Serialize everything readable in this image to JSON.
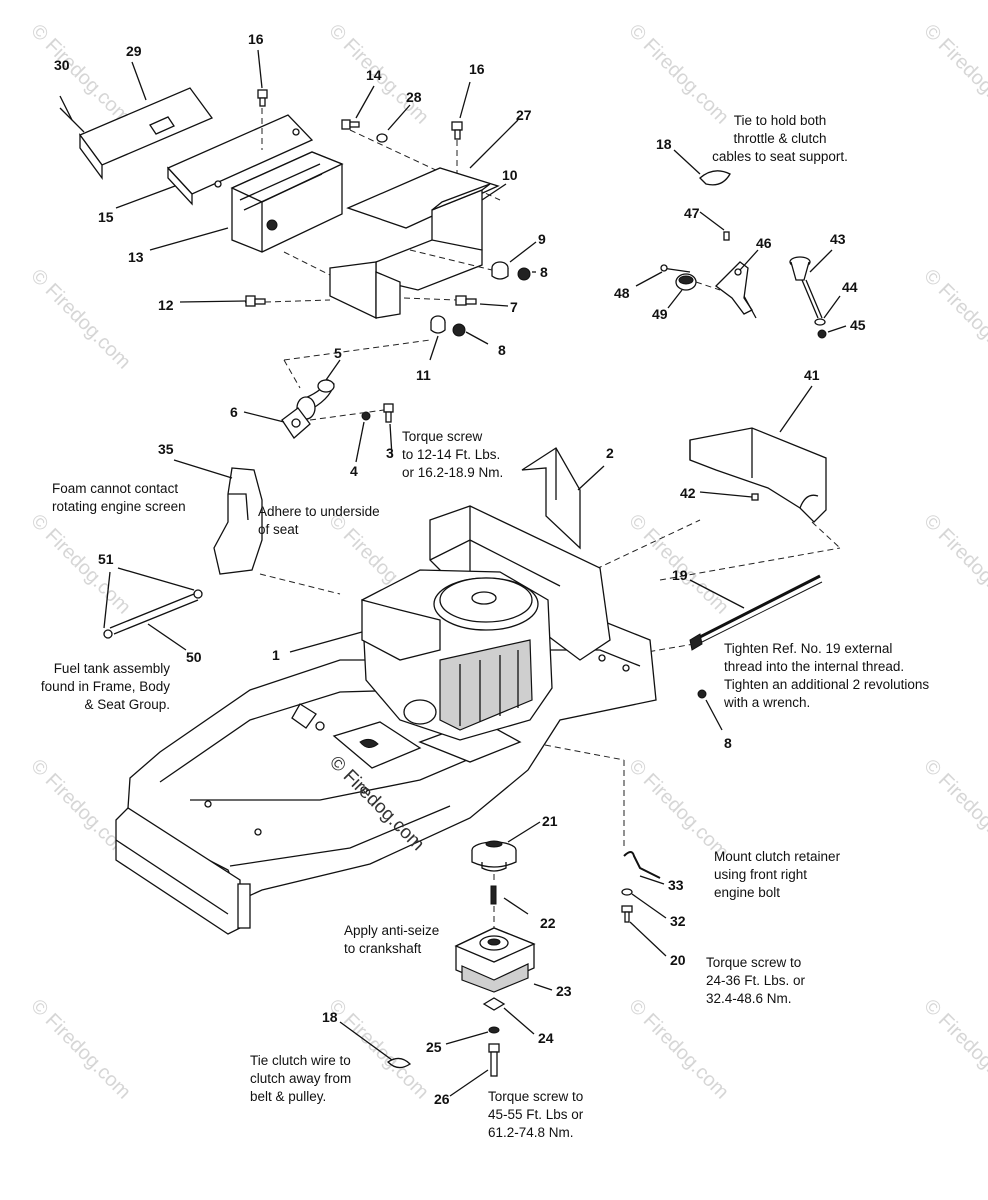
{
  "watermark": {
    "corner_text": "© Firedog.com",
    "center_text": "© Firedog.com"
  },
  "callouts": [
    {
      "id": "c30",
      "text": "30"
    },
    {
      "id": "c29",
      "text": "29"
    },
    {
      "id": "c16a",
      "text": "16"
    },
    {
      "id": "c16b",
      "text": "16"
    },
    {
      "id": "c14",
      "text": "14"
    },
    {
      "id": "c28",
      "text": "28"
    },
    {
      "id": "c27",
      "text": "27"
    },
    {
      "id": "c10",
      "text": "10"
    },
    {
      "id": "c9",
      "text": "9"
    },
    {
      "id": "c8a",
      "text": "8"
    },
    {
      "id": "c7",
      "text": "7"
    },
    {
      "id": "c8b",
      "text": "8"
    },
    {
      "id": "c11",
      "text": "11"
    },
    {
      "id": "c15",
      "text": "15"
    },
    {
      "id": "c13",
      "text": "13"
    },
    {
      "id": "c12",
      "text": "12"
    },
    {
      "id": "c5",
      "text": "5"
    },
    {
      "id": "c6",
      "text": "6"
    },
    {
      "id": "c4",
      "text": "4"
    },
    {
      "id": "c3",
      "text": "3"
    },
    {
      "id": "c2",
      "text": "2"
    },
    {
      "id": "c35",
      "text": "35"
    },
    {
      "id": "c18a",
      "text": "18"
    },
    {
      "id": "c47",
      "text": "47"
    },
    {
      "id": "c46",
      "text": "46"
    },
    {
      "id": "c43",
      "text": "43"
    },
    {
      "id": "c48",
      "text": "48"
    },
    {
      "id": "c49",
      "text": "49"
    },
    {
      "id": "c44",
      "text": "44"
    },
    {
      "id": "c45",
      "text": "45"
    },
    {
      "id": "c41",
      "text": "41"
    },
    {
      "id": "c42",
      "text": "42"
    },
    {
      "id": "c19",
      "text": "19"
    },
    {
      "id": "c51",
      "text": "51"
    },
    {
      "id": "c50",
      "text": "50"
    },
    {
      "id": "c1",
      "text": "1"
    },
    {
      "id": "c8c",
      "text": "8"
    },
    {
      "id": "c21",
      "text": "21"
    },
    {
      "id": "c22",
      "text": "22"
    },
    {
      "id": "c23",
      "text": "23"
    },
    {
      "id": "c24",
      "text": "24"
    },
    {
      "id": "c25",
      "text": "25"
    },
    {
      "id": "c26",
      "text": "26"
    },
    {
      "id": "c18b",
      "text": "18"
    },
    {
      "id": "c33",
      "text": "33"
    },
    {
      "id": "c32",
      "text": "32"
    },
    {
      "id": "c20",
      "text": "20"
    }
  ],
  "notes": {
    "tie_cables": [
      "Tie to hold both",
      "throttle & clutch",
      "cables to seat support."
    ],
    "torque_3": [
      "Torque screw",
      "to 12-14 Ft. Lbs.",
      "or 16.2-18.9 Nm."
    ],
    "foam": [
      "Foam cannot contact",
      "rotating engine screen"
    ],
    "adhere": [
      "Adhere to underside",
      "of seat"
    ],
    "fuel_tank": [
      "Fuel tank assembly",
      "found in Frame, Body",
      "& Seat Group."
    ],
    "tighten_19": [
      "Tighten Ref. No. 19 external",
      "thread into the internal thread.",
      "Tighten an additional 2 revolutions",
      "with a wrench."
    ],
    "mount_clutch": [
      "Mount clutch retainer",
      "using front right",
      "engine bolt"
    ],
    "anti_seize": [
      "Apply anti-seize",
      "to crankshaft"
    ],
    "torque_20": [
      "Torque screw to",
      "24-36 Ft. Lbs. or",
      "32.4-48.6 Nm."
    ],
    "tie_clutch_wire": [
      "Tie clutch wire to",
      "clutch away from",
      "belt & pulley."
    ],
    "torque_26": [
      "Torque screw to",
      "45-55 Ft. Lbs or",
      "61.2-74.8 Nm."
    ]
  }
}
